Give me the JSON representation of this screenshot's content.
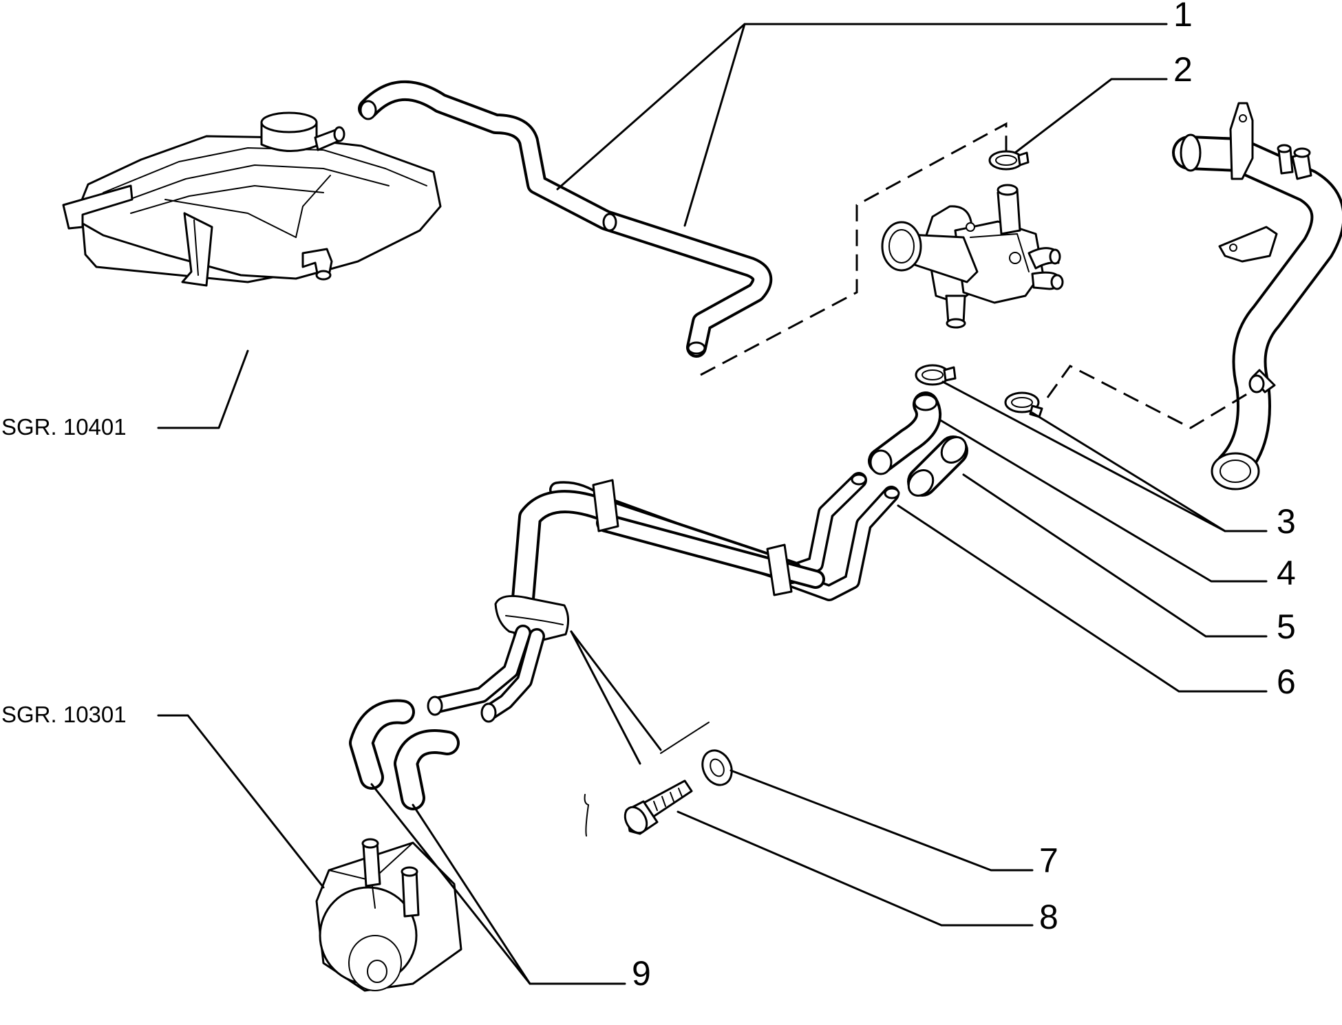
{
  "callouts": [
    {
      "id": "1",
      "label": "1"
    },
    {
      "id": "2",
      "label": "2"
    },
    {
      "id": "3",
      "label": "3"
    },
    {
      "id": "4",
      "label": "4"
    },
    {
      "id": "5",
      "label": "5"
    },
    {
      "id": "6",
      "label": "6"
    },
    {
      "id": "7",
      "label": "7"
    },
    {
      "id": "8",
      "label": "8"
    },
    {
      "id": "9",
      "label": "9"
    }
  ],
  "references": [
    {
      "id": "expansion-tank",
      "label": "SGR. 10401"
    },
    {
      "id": "oil-cooler",
      "label": "SGR. 10301"
    }
  ]
}
